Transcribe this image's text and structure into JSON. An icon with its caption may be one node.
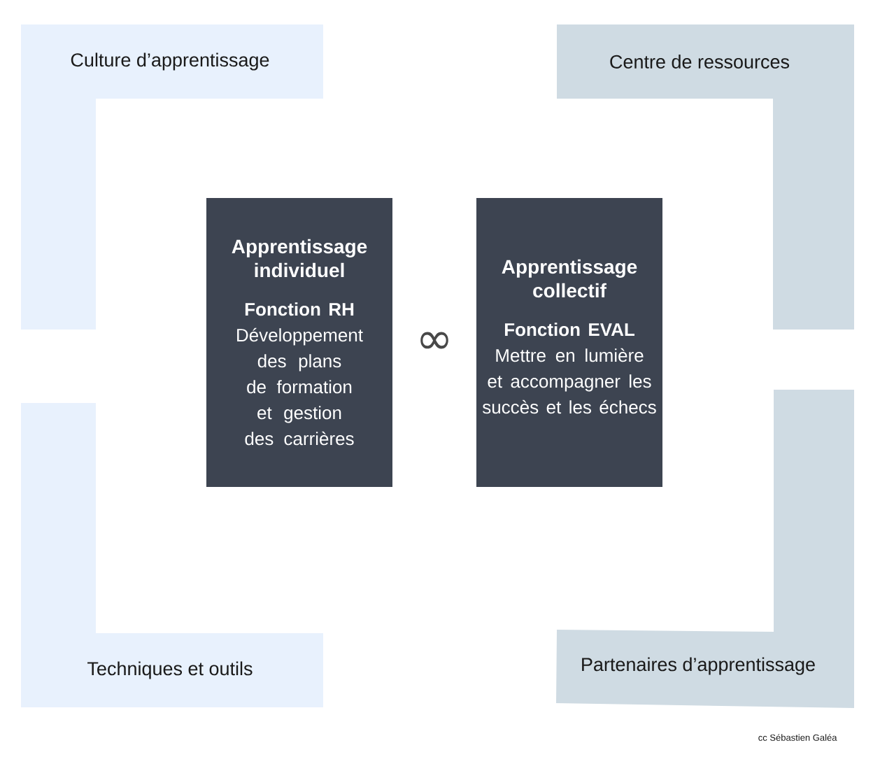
{
  "diagram": {
    "nodes": [
      {
        "text": [
          "Culture d’apprentissage"
        ]
      },
      {
        "text": [
          "Centre de ressources"
        ]
      },
      {
        "text": [
          "Apprentissage individuel",
          "Fonction RH",
          "Développement des plans de formation et gestion des carrières"
        ]
      },
      {
        "text": [
          "Apprentissage collectif",
          "Fonction EVAL",
          "Mettre en lumière et accompagner les succès et les échecs"
        ]
      },
      {
        "text": [
          "Techniques et outils"
        ]
      },
      {
        "text": [
          "Partenaires d’apprentissage"
        ]
      }
    ],
    "edges": [],
    "labels": [
      "∞",
      "cc Sébastien Galéa"
    ]
  }
}
